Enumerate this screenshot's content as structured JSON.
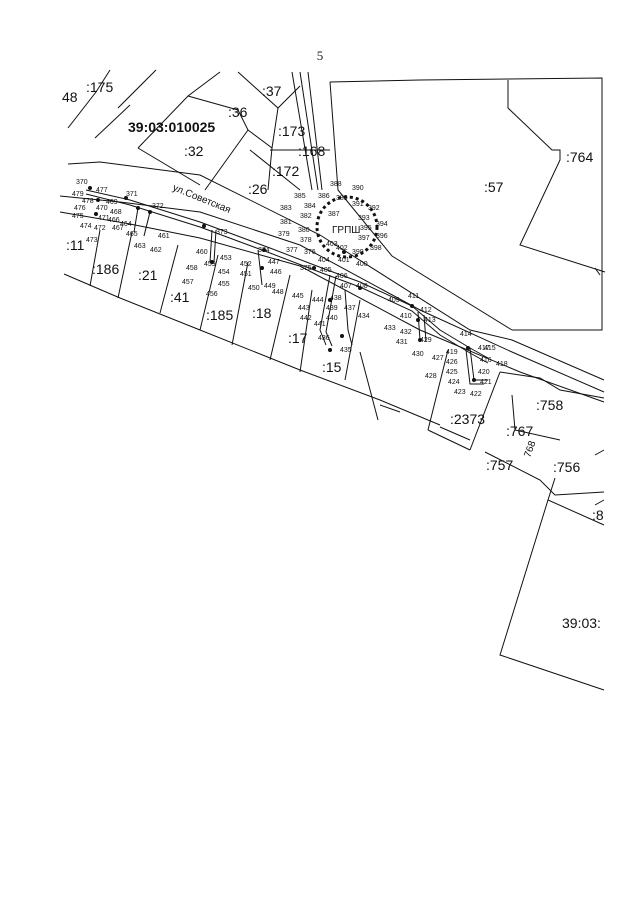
{
  "page": {
    "number": "5"
  },
  "map": {
    "street_label": "ул.Советская",
    "grpsh_label": "ГРПШ",
    "cadastral_block_labels": [
      "39:03:010025",
      "39:03:"
    ],
    "parcel_labels": [
      ":175",
      "48",
      ":36",
      ":37",
      ":173",
      ":168",
      ":32",
      ":172",
      ":26",
      ":764",
      ":57",
      ":11",
      ":186",
      ":21",
      ":41",
      ":185",
      ":18",
      ":17",
      ":15",
      ":2373",
      ":758",
      ":767",
      ":757",
      ":756",
      ":8",
      "768"
    ],
    "point_labels": [
      "370",
      "479",
      "477",
      "476",
      "478",
      "470",
      "471",
      "475",
      "474",
      "472",
      "473",
      "466",
      "467",
      "468",
      "469",
      "464",
      "465",
      "463",
      "461",
      "462",
      "371",
      "372",
      "373",
      "460",
      "459",
      "458",
      "457",
      "456",
      "455",
      "454",
      "453",
      "452",
      "451",
      "450",
      "449",
      "374",
      "447",
      "446",
      "448",
      "377",
      "376",
      "375",
      "378",
      "379",
      "380",
      "381",
      "382",
      "383",
      "384",
      "385",
      "386",
      "387",
      "388",
      "389",
      "390",
      "391",
      "392",
      "393",
      "394",
      "395",
      "396",
      "397",
      "398",
      "399",
      "400",
      "401",
      "402",
      "403",
      "404",
      "405",
      "406",
      "407",
      "408",
      "445",
      "444",
      "443",
      "442",
      "441",
      "440",
      "439",
      "438",
      "437",
      "436",
      "435",
      "434",
      "433",
      "432",
      "431",
      "430",
      "429",
      "428",
      "427",
      "426",
      "425",
      "424",
      "423",
      "422",
      "421",
      "420",
      "419",
      "418",
      "417",
      "416",
      "415",
      "414",
      "413",
      "412",
      "411",
      "410",
      "409"
    ]
  }
}
